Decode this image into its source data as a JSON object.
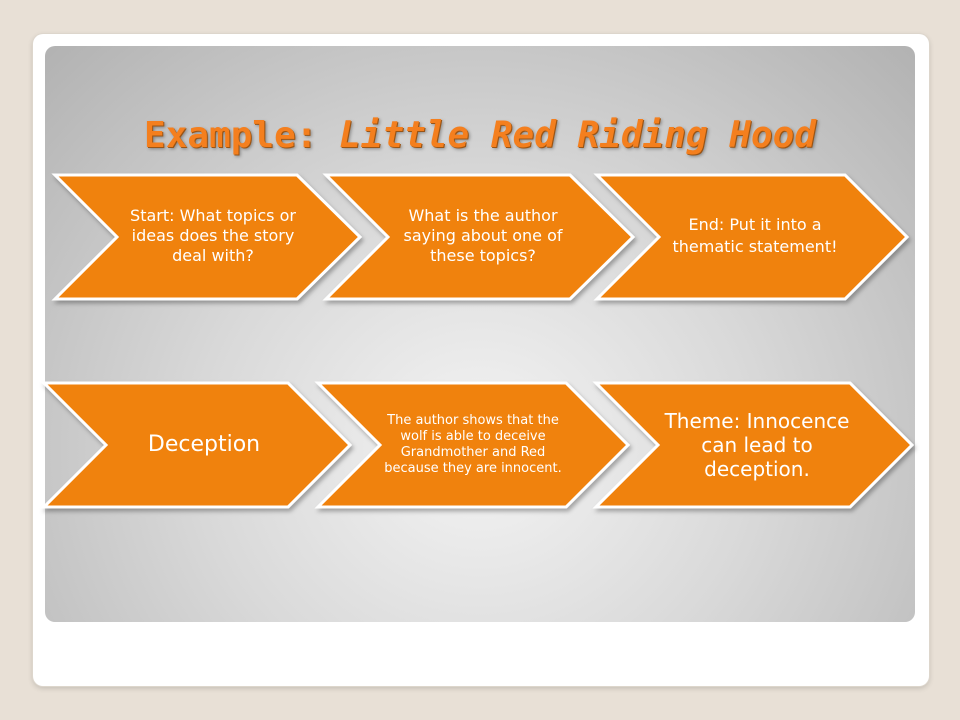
{
  "slide": {
    "title_prefix": "Example: ",
    "title_emphasis": "Little Red Riding Hood"
  },
  "rows": [
    {
      "chevrons": [
        {
          "text": "Start: What topics or ideas does the story deal with?"
        },
        {
          "text": "What is the author saying about one of these topics?"
        },
        {
          "text": "End: Put it into a thematic statement!"
        }
      ]
    },
    {
      "chevrons": [
        {
          "text": "Deception"
        },
        {
          "text": "The author shows that the wolf is able to deceive Grandmother and Red because they are innocent."
        },
        {
          "text": "Theme: Innocence can lead to deception."
        }
      ]
    }
  ],
  "colors": {
    "chevron_fill": "#f0820f",
    "chevron_stroke": "#ffffff",
    "title": "#f47f1e"
  }
}
